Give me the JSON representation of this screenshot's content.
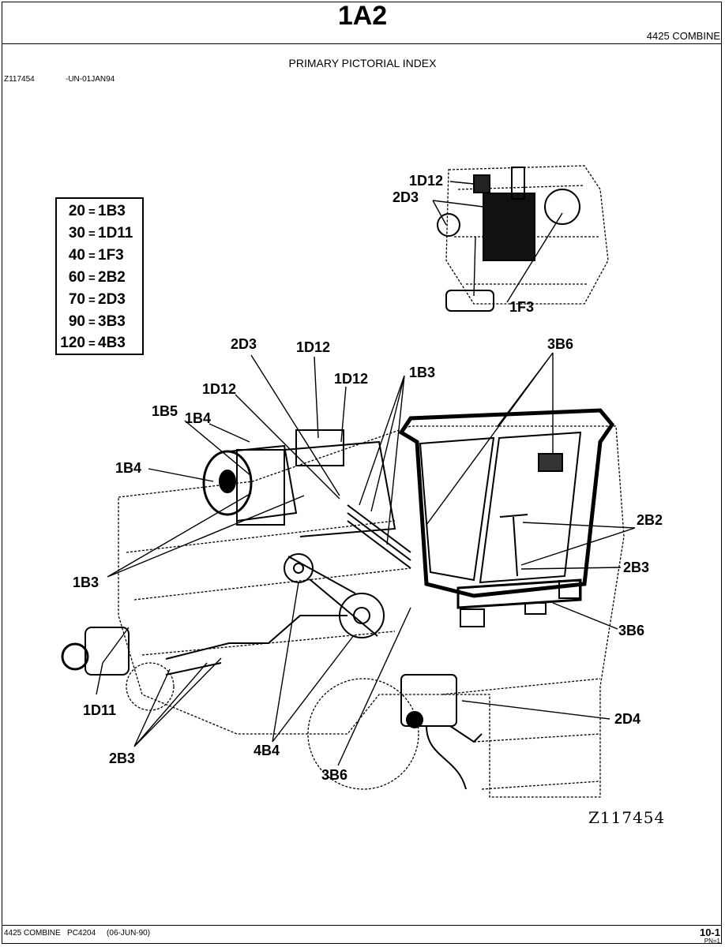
{
  "header": {
    "title": "1A2",
    "model": "4425 COMBINE",
    "subtitle": "PRIMARY PICTORIAL INDEX",
    "figure_id": "Z117454",
    "figure_date": "-UN-01JAN94"
  },
  "legend": [
    {
      "key": "20",
      "eq": "=",
      "value": "1B3"
    },
    {
      "key": "30",
      "eq": "=",
      "value": "1D11"
    },
    {
      "key": "40",
      "eq": "=",
      "value": "1F3"
    },
    {
      "key": "60",
      "eq": "=",
      "value": "2B2"
    },
    {
      "key": "70",
      "eq": "=",
      "value": "2D3"
    },
    {
      "key": "90",
      "eq": "=",
      "value": "3B3"
    },
    {
      "key": "120",
      "eq": "=",
      "value": "4B3"
    }
  ],
  "callouts": {
    "inset_1d12": "1D12",
    "inset_2d3": "2D3",
    "inset_1f3": "1F3",
    "c_2d3": "2D3",
    "c_1d12_a": "1D12",
    "c_1d12_b": "1D12",
    "c_1d12_c": "1D12",
    "c_1b3_top": "1B3",
    "c_3b6_top": "3B6",
    "c_1b5": "1B5",
    "c_1b4_a": "1B4",
    "c_1b4_b": "1B4",
    "c_2b2": "2B2",
    "c_2b3_right": "2B3",
    "c_1b3_left": "1B3",
    "c_3b6_right": "3B6",
    "c_1d11": "1D11",
    "c_2d4": "2D4",
    "c_2b3_bottom": "2B3",
    "c_4b4": "4B4",
    "c_3b6_bottom": "3B6"
  },
  "figure_number": "Z117454",
  "footer": {
    "left": "4425 COMBINE   PC4204     (06-JUN-90)",
    "page": "10-1",
    "pn": "PN=1"
  }
}
